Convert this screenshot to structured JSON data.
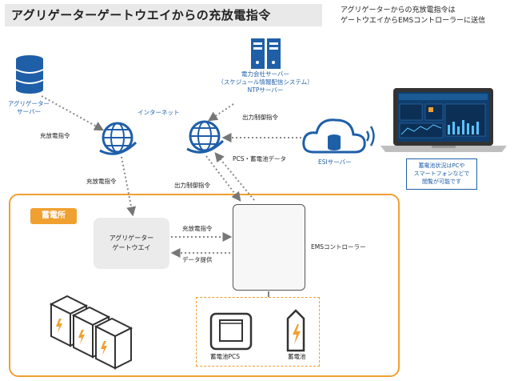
{
  "title": "アグリゲーターゲートウエイからの充放電指令",
  "note": {
    "line1": "アグリゲーターからの充放電指令は",
    "line2": "ゲートウエイからEMSコントローラーに送信"
  },
  "nodes": {
    "aggregator_server": {
      "line1": "アグリゲーター",
      "line2": "サーバー"
    },
    "power_server": {
      "line1": "電力会社サーバー",
      "line2": "（スケジュール情報配信システム）",
      "line3": "NTPサーバー"
    },
    "internet_label": "インターネット",
    "esi_server": "ESIサーバー",
    "gateway": {
      "line1": "アグリゲーター",
      "line2": "ゲートウエイ"
    },
    "ems": "EMSコントローラー",
    "pcs": "蓄電池PCS",
    "battery": "蓄電池",
    "station": "蓄電所"
  },
  "edges": {
    "charge_cmd_1": "充放電指令",
    "charge_cmd_2": "充放電指令",
    "charge_cmd_3": "充放電指令",
    "output_ctrl_1": "出力制御指令",
    "output_ctrl_2": "出力制御指令",
    "pcs_data": "PCS・蓄電池データ",
    "data_provide": "データ提供"
  },
  "info_box": {
    "line1": "蓄電池状況はPCや",
    "line2": "スマートフォンなどで",
    "line3": "閲覧が可能です"
  },
  "colors": {
    "accent_blue": "#1f5fa8",
    "orange": "#f0a030",
    "gray_box": "#ebebeb"
  }
}
